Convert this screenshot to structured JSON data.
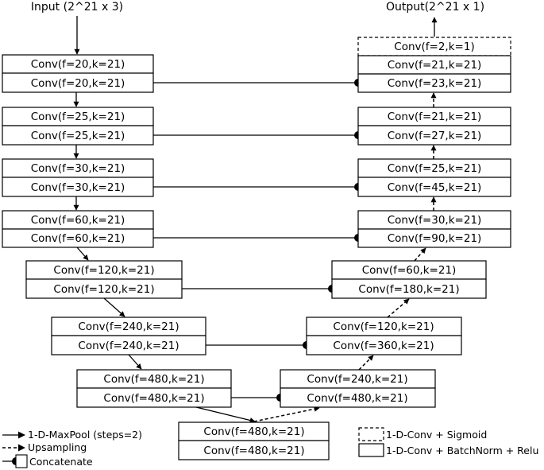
{
  "input_label": "Input (2^21 x 3)",
  "output_label": "Output(2^21 x 1)",
  "encoder": [
    {
      "top": "Conv(f=20,k=21)",
      "bottom": "Conv(f=20,k=21)"
    },
    {
      "top": "Conv(f=25,k=21)",
      "bottom": "Conv(f=25,k=21)"
    },
    {
      "top": "Conv(f=30,k=21)",
      "bottom": "Conv(f=30,k=21)"
    },
    {
      "top": "Conv(f=60,k=21)",
      "bottom": "Conv(f=60,k=21)"
    },
    {
      "top": "Conv(f=120,k=21)",
      "bottom": "Conv(f=120,k=21)"
    },
    {
      "top": "Conv(f=240,k=21)",
      "bottom": "Conv(f=240,k=21)"
    },
    {
      "top": "Conv(f=480,k=21)",
      "bottom": "Conv(f=480,k=21)"
    }
  ],
  "bottleneck": {
    "top": "Conv(f=480,k=21)",
    "bottom": "Conv(f=480,k=21)"
  },
  "decoder": [
    {
      "top": "Conv(f=21,k=21)",
      "bottom": "Conv(f=23,k=21)"
    },
    {
      "top": "Conv(f=21,k=21)",
      "bottom": "Conv(f=27,k=21)"
    },
    {
      "top": "Conv(f=25,k=21)",
      "bottom": "Conv(f=45,k=21)"
    },
    {
      "top": "Conv(f=30,k=21)",
      "bottom": "Conv(f=90,k=21)"
    },
    {
      "top": "Conv(f=60,k=21)",
      "bottom": "Conv(f=180,k=21)"
    },
    {
      "top": "Conv(f=120,k=21)",
      "bottom": "Conv(f=360,k=21)"
    },
    {
      "top": "Conv(f=240,k=21)",
      "bottom": "Conv(f=480,k=21)"
    }
  ],
  "final_conv": "Conv(f=2,k=1)",
  "legend": {
    "maxpool": "1-D-MaxPool (steps=2)",
    "upsampling": "Upsampling",
    "concatenate": "Concatenate",
    "sigmoid": "1-D-Conv + Sigmoid",
    "batchnorm": "1-D-Conv + BatchNorm + Relu"
  }
}
